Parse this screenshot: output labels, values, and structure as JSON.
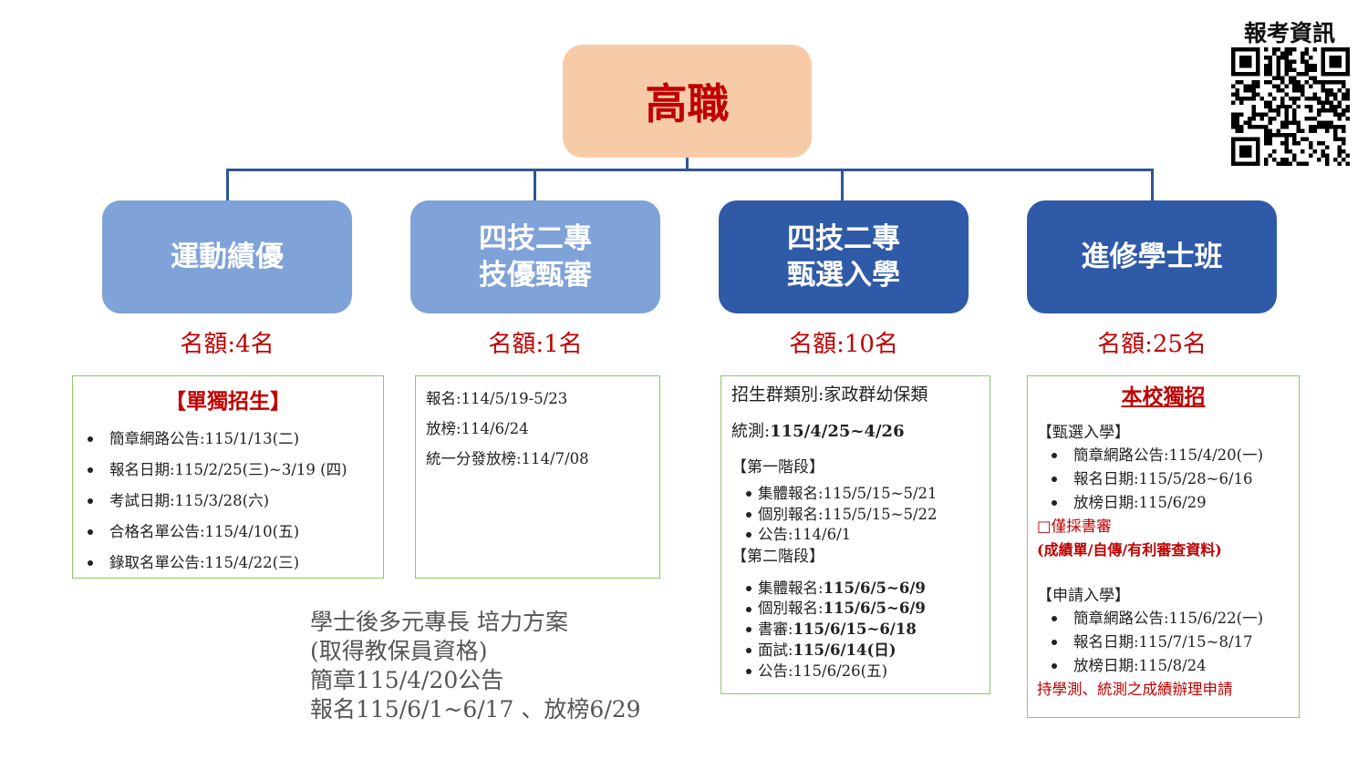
{
  "root": {
    "label": "高職"
  },
  "categories": [
    {
      "lines": [
        "運動績優"
      ],
      "quota": "名額:4名"
    },
    {
      "lines": [
        "四技二專",
        "技優甄審"
      ],
      "quota": "名額:1名"
    },
    {
      "lines": [
        "四技二專",
        "甄選入學"
      ],
      "quota": "名額:10名"
    },
    {
      "lines": [
        "進修學士班"
      ],
      "quota": "名額:25名"
    }
  ],
  "box1": {
    "title": "【單獨招生】",
    "items": [
      "簡章網路公告:115/1/13(二)",
      "報名日期:115/2/25(三)~3/19 (四)",
      "考試日期:115/3/28(六)",
      "合格名單公告:115/4/10(五)",
      "錄取名單公告:115/4/22(三)"
    ]
  },
  "box2": {
    "lines": [
      "報名:114/5/19-5/23",
      "放榜:114/6/24",
      "統一分發放榜:114/7/08"
    ]
  },
  "box3": {
    "group": "招生群類別:家政群幼保類",
    "test_label": "統測:",
    "test_date": "115/4/25~4/26",
    "stage1": "【第一階段】",
    "stage1_items": [
      "集體報名:115/5/15~5/21",
      "個別報名:115/5/15~5/22",
      "公告:114/6/1"
    ],
    "stage2": "【第二階段】",
    "stage2_items": [
      {
        "label": "集體報名:",
        "value": "115/6/5~6/9"
      },
      {
        "label": "個別報名:",
        "value": "115/6/5~6/9"
      },
      {
        "label": "書審:",
        "value": "115/6/15~6/18"
      },
      {
        "label": "面試:",
        "value": "115/6/14(日)"
      },
      {
        "label": "公告:",
        "value": "115/6/26(五)"
      }
    ]
  },
  "box4": {
    "title": "本校獨招",
    "sec1": "【甄選入學】",
    "sec1_items": [
      "簡章網路公告:115/4/20(一)",
      "報名日期:115/5/28~6/16",
      "放榜日期:115/6/29"
    ],
    "note1": "□僅採書審",
    "note2": "(成績單/自傳/有利審查資料)",
    "sec2": "【申請入學】",
    "sec2_items": [
      "簡章網路公告:115/6/22(一)",
      "報名日期:115/7/15~8/17",
      "放榜日期:115/8/24"
    ],
    "note3": "持學測、統測之成績辦理申請"
  },
  "note": {
    "lines": [
      "學士後多元專長 培力方案",
      "(取得教保員資格)",
      "簡章115/4/20公告",
      "報名115/6/1~6/17 、放榜6/29"
    ]
  },
  "qr": {
    "title": "報考資訊",
    "icon": "qr-code-icon"
  },
  "colors": {
    "line": "#2f5597",
    "root_bg": "#f8cba8",
    "accent_red": "#c00000",
    "cat_light": "#7fa2d8",
    "cat_dark": "#2f5aa8",
    "box_border": "#8ec966"
  }
}
